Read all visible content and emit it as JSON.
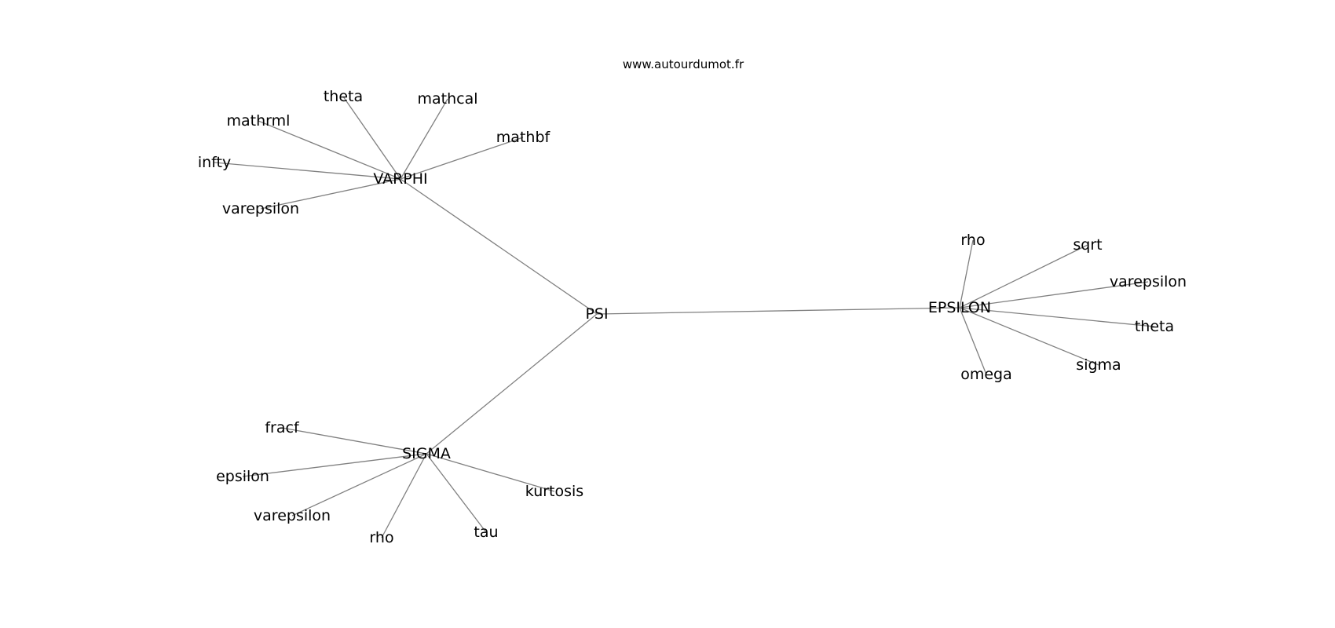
{
  "header": {
    "source": "www.autourdumot.fr"
  },
  "graph": {
    "nodes": [
      {
        "id": "psi",
        "label": "PSI"
      },
      {
        "id": "varphi",
        "label": "VARPHI"
      },
      {
        "id": "epsilon_hub",
        "label": "EPSILON"
      },
      {
        "id": "sigma_hub",
        "label": "SIGMA"
      },
      {
        "id": "varphi_theta",
        "label": "theta"
      },
      {
        "id": "varphi_mathcal",
        "label": "mathcal"
      },
      {
        "id": "varphi_mathrml",
        "label": "mathrml"
      },
      {
        "id": "varphi_mathbf",
        "label": "mathbf"
      },
      {
        "id": "varphi_infty",
        "label": "infty"
      },
      {
        "id": "varphi_varepsilon",
        "label": "varepsilon"
      },
      {
        "id": "eps_rho",
        "label": "rho"
      },
      {
        "id": "eps_sqrt",
        "label": "sqrt"
      },
      {
        "id": "eps_varepsilon",
        "label": "varepsilon"
      },
      {
        "id": "eps_theta",
        "label": "theta"
      },
      {
        "id": "eps_sigma",
        "label": "sigma"
      },
      {
        "id": "eps_omega",
        "label": "omega"
      },
      {
        "id": "sig_fracf",
        "label": "fracf"
      },
      {
        "id": "sig_epsilon",
        "label": "epsilon"
      },
      {
        "id": "sig_kurtosis",
        "label": "kurtosis"
      },
      {
        "id": "sig_varepsilon",
        "label": "varepsilon"
      },
      {
        "id": "sig_rho",
        "label": "rho"
      },
      {
        "id": "sig_tau",
        "label": "tau"
      }
    ],
    "edges": [
      [
        "psi",
        "varphi"
      ],
      [
        "psi",
        "epsilon_hub"
      ],
      [
        "psi",
        "sigma_hub"
      ],
      [
        "varphi",
        "varphi_theta"
      ],
      [
        "varphi",
        "varphi_mathcal"
      ],
      [
        "varphi",
        "varphi_mathrml"
      ],
      [
        "varphi",
        "varphi_mathbf"
      ],
      [
        "varphi",
        "varphi_infty"
      ],
      [
        "varphi",
        "varphi_varepsilon"
      ],
      [
        "epsilon_hub",
        "eps_rho"
      ],
      [
        "epsilon_hub",
        "eps_sqrt"
      ],
      [
        "epsilon_hub",
        "eps_varepsilon"
      ],
      [
        "epsilon_hub",
        "eps_theta"
      ],
      [
        "epsilon_hub",
        "eps_sigma"
      ],
      [
        "epsilon_hub",
        "eps_omega"
      ],
      [
        "sigma_hub",
        "sig_fracf"
      ],
      [
        "sigma_hub",
        "sig_epsilon"
      ],
      [
        "sigma_hub",
        "sig_kurtosis"
      ],
      [
        "sigma_hub",
        "sig_varepsilon"
      ],
      [
        "sigma_hub",
        "sig_rho"
      ],
      [
        "sigma_hub",
        "sig_tau"
      ]
    ]
  }
}
